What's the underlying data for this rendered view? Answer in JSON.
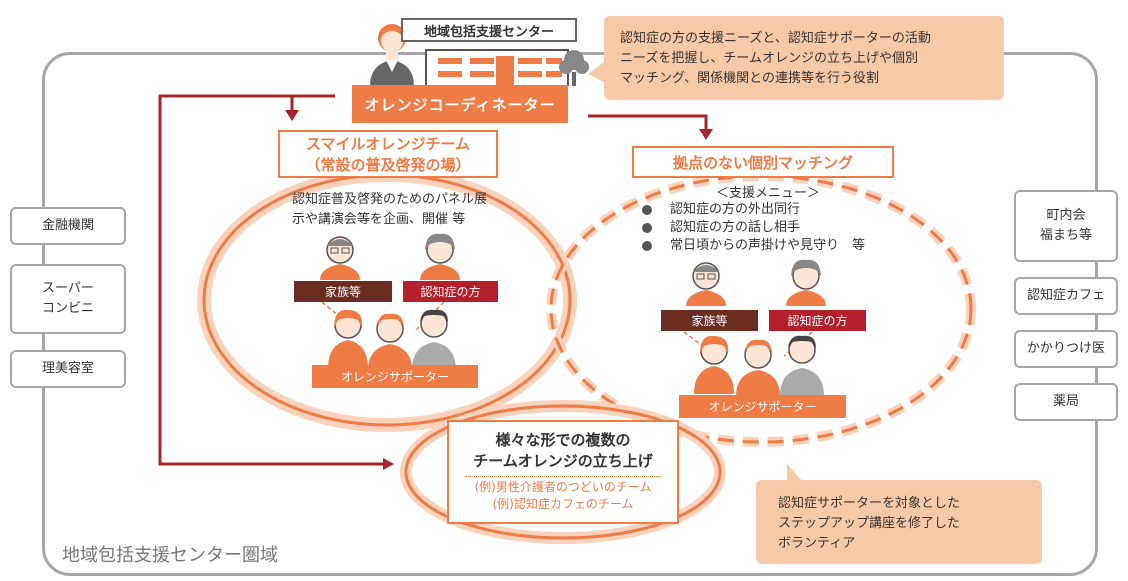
{
  "center": {
    "label": "地域包括支援センター"
  },
  "coordinator": {
    "label": "オレンジコーディネーター"
  },
  "callout_top": {
    "text": "認知症の方の支援ニーズと、認知症サポーターの活動\nニーズを把握し、チームオレンジの立ち上げや個別\nマッチング、関係機関との連携等を行う役割"
  },
  "smile_team": {
    "title": "スマイルオレンジチーム\n（常設の普及啓発の場）",
    "description": "認知症普及啓発のためのパネル展\n示や講演会等を企画、開催 等",
    "family_label": "家族等",
    "patient_label": "認知症の方",
    "supporter_label": "オレンジサポーター"
  },
  "matching": {
    "title": "拠点のない個別マッチング",
    "menu_title": "＜支援メニュー＞",
    "menu_items": [
      "認知症の方の外出同行",
      "認知症の方の話し相手",
      "常日頃からの声掛けや見守り　等"
    ],
    "family_label": "家族等",
    "patient_label": "認知症の方",
    "supporter_label": "オレンジサポーター"
  },
  "multiple_teams": {
    "title": "様々な形での複数の\nチームオレンジの立ち上げ",
    "examples": [
      "(例)男性介護者のつどいのチーム",
      "(例)認知症カフェのチーム"
    ]
  },
  "callout_bottom": {
    "text": "認知症サポーターを対象とした\nステップアップ講座を修了した\nボランティア"
  },
  "left_boxes": [
    "金融機関",
    "スーパー\nコンビニ",
    "理美容室"
  ],
  "right_boxes": [
    "町内会\n福まち等",
    "認知症カフェ",
    "かかりつけ医",
    "薬局"
  ],
  "area_label": "地域包括支援センター圏域",
  "colors": {
    "orange": "#ef7b45",
    "dark_red": "#b3202c",
    "arrow": "#a8232c",
    "family_brown": "#6b2d22",
    "callout": "#f8c9a6",
    "border_gray": "#a6a6a6"
  },
  "icons": {
    "person": "person-icon",
    "building": "building-icon",
    "tree": "tree-icon",
    "arrow": "arrow-icon"
  }
}
